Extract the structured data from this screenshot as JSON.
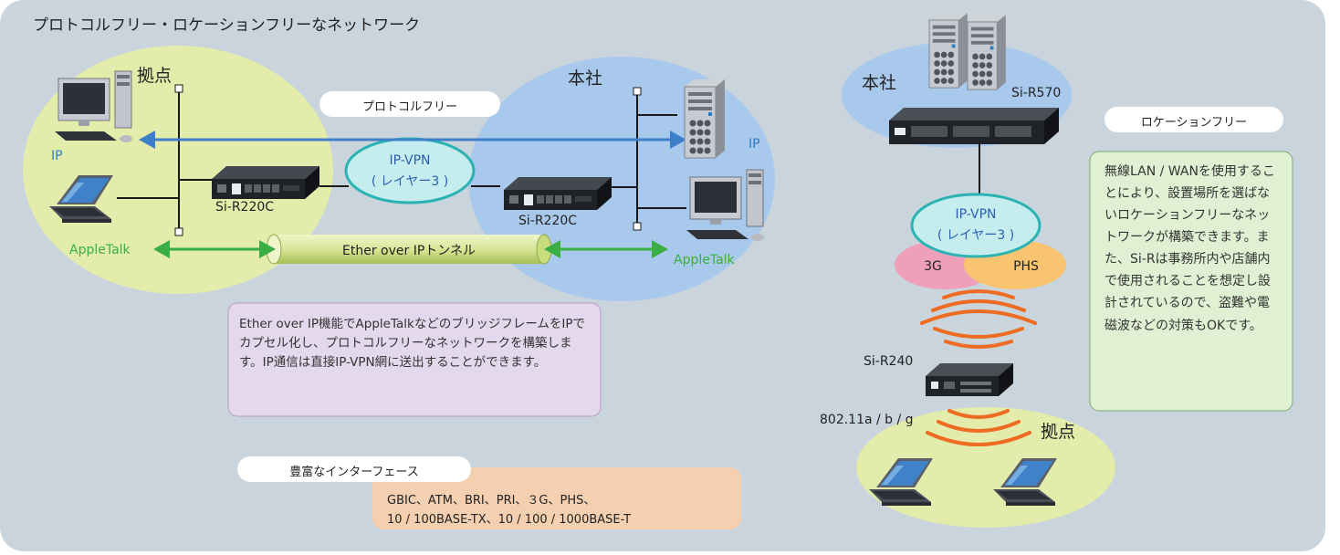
{
  "title": "プロトコルフリー・ロケーションフリーなネットワーク",
  "protocol_free": {
    "pill_label": "プロトコルフリー",
    "site_left": "拠点",
    "site_right": "本社",
    "ip_left": "IP",
    "ip_right": "IP",
    "router_left": "Si-R220C",
    "router_right": "Si-R220C",
    "vpn_line1": "IP-VPN",
    "vpn_line2": "( レイヤー3 )",
    "appletalk_left": "AppleTalk",
    "appletalk_right": "AppleTalk",
    "tunnel": "Ether over IPトンネル",
    "description": "Ether over IP機能でAppleTalkなどのブリッジフレームをIPでカプセル化し、プロトコルフリーなネットワークを構築します。IP通信は直接IP-VPN網に送出することができます。"
  },
  "interfaces": {
    "pill_label": "豊富なインターフェース",
    "line1": "GBIC、ATM、BRI、PRI、３G、PHS、",
    "line2": "10 / 100BASE-TX、10 / 100 / 1000BASE-T"
  },
  "location_free": {
    "pill_label": "ロケーションフリー",
    "site_hq": "本社",
    "router_hq": "Si-R570",
    "vpn_line1": "IP-VPN",
    "vpn_line2": "( レイヤー3 )",
    "g3": "3G",
    "phs": "PHS",
    "router_branch": "Si-R240",
    "wlan": "802.11a / b / g",
    "site_branch": "拠点",
    "description": "無線LAN / WANを使用することにより、設置場所を選ばないロケーションフリーなネットワークが構築できます。また、Si-Rは事務所内や店舗内で使用されることを想定し設計されているので、盗難や電磁波などの対策もOKです。"
  },
  "colors": {
    "panel": "#c9d4dc",
    "green_ellipse": "#e3ecab",
    "blue_ellipse": "#a9c9ec",
    "arrow_green": "#3aae45",
    "arrow_blue": "#3d7fc8",
    "vpn_border": "#2bb3b4",
    "desc_purple": "#e4d8ec",
    "desc_green": "#dff0d3",
    "interfaces_bg": "#f4cfb0",
    "g3_pink": "#ee9fb9",
    "phs_orange": "#f8c46f",
    "wave_orange": "#ee6b22"
  }
}
